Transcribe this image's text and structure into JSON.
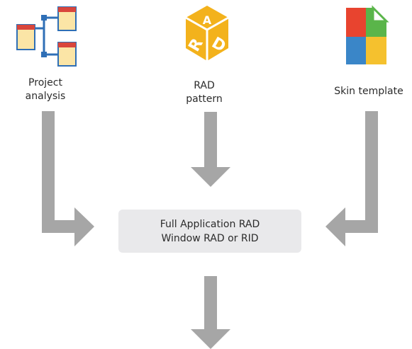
{
  "nodes": {
    "project_analysis": {
      "lines": [
        "Project",
        "analysis"
      ],
      "icon": "project-tree-icon"
    },
    "rad_pattern": {
      "lines": [
        "RAD",
        "pattern"
      ],
      "icon": "rad-cube-icon",
      "cube_letters": [
        "A",
        "R",
        "D"
      ]
    },
    "skin_template": {
      "lines": [
        "Skin template"
      ],
      "icon": "skin-template-icon"
    }
  },
  "center": {
    "lines": [
      "Full Application RAD",
      "Window RAD or RID"
    ]
  },
  "colors": {
    "arrow": "#a6a6a6",
    "box_fill": "#e9e9eb",
    "tree_blue": "#2f6fb6",
    "doc_header_red": "#d9463c",
    "doc_body": "#fbe5a6",
    "cube_gold": "#f3b21c",
    "skin_red": "#e8442f",
    "skin_green": "#5ab54a",
    "skin_blue": "#3a86c8",
    "skin_yellow": "#f5c12e"
  }
}
